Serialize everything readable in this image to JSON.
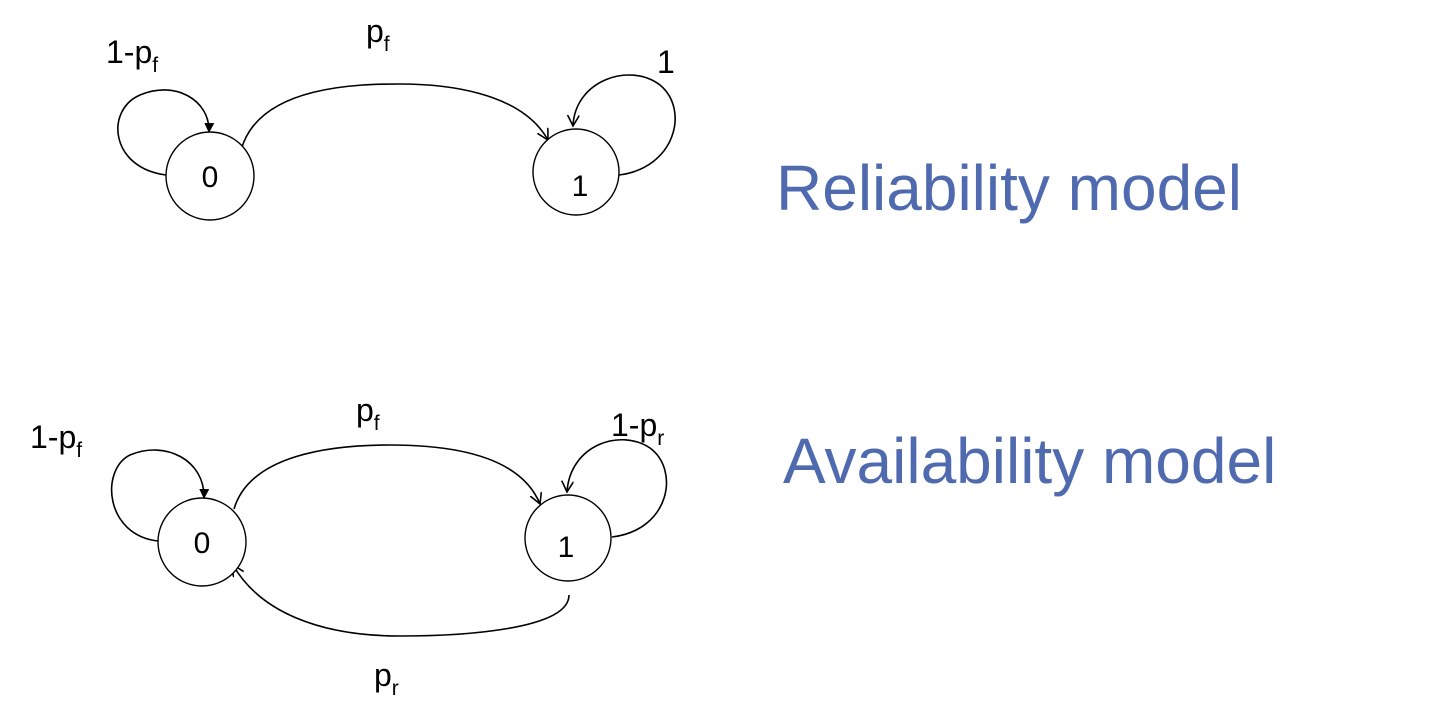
{
  "colors": {
    "title": "#4f6aaf",
    "line": "#000000"
  },
  "reliability": {
    "title": "Reliability model",
    "nodes": [
      "0",
      "1"
    ],
    "edges": [
      {
        "from": "0",
        "to": "0",
        "label_main": "1-p",
        "label_sub": "f"
      },
      {
        "from": "0",
        "to": "1",
        "label_main": "p",
        "label_sub": "f"
      },
      {
        "from": "1",
        "to": "1",
        "label_main": "1",
        "label_sub": ""
      }
    ]
  },
  "availability": {
    "title": "Availability model",
    "nodes": [
      "0",
      "1"
    ],
    "edges": [
      {
        "from": "0",
        "to": "0",
        "label_main": "1-p",
        "label_sub": "f"
      },
      {
        "from": "0",
        "to": "1",
        "label_main": "p",
        "label_sub": "f"
      },
      {
        "from": "1",
        "to": "1",
        "label_main": "1-p",
        "label_sub": "r"
      },
      {
        "from": "1",
        "to": "0",
        "label_main": "p",
        "label_sub": "r"
      }
    ]
  }
}
